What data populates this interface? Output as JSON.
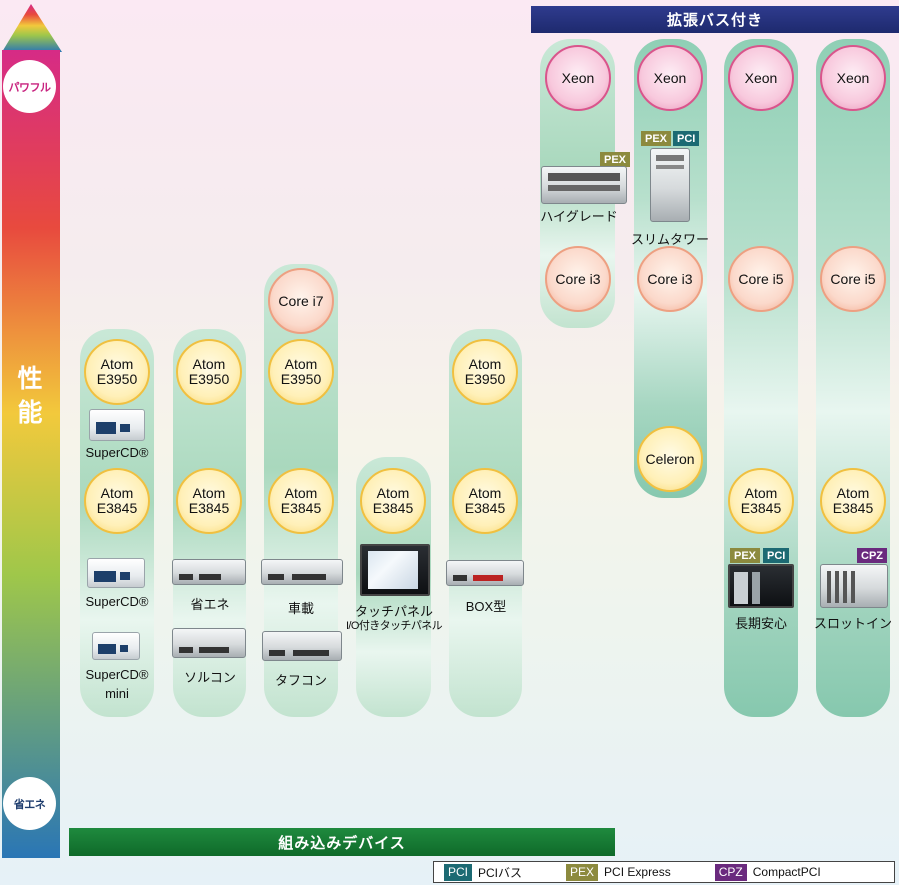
{
  "performance": {
    "top_label": "パワフル",
    "bottom_label": "省エネ",
    "axis_label_1": "性",
    "axis_label_2": "能",
    "gradient": [
      "#d62b86",
      "#e84a3e",
      "#f2c93c",
      "#9fc74a",
      "#2a76b5"
    ]
  },
  "sections": {
    "expansion": "拡張バス付き",
    "embedded": "組み込みデバイス"
  },
  "chips": {
    "atom": "Atom",
    "e3950": "E3950",
    "e3845": "E3845",
    "core_i7": "Core i7",
    "core_i5": "Core i5",
    "core_i3": "Core i3",
    "xeon": "Xeon",
    "celeron": "Celeron"
  },
  "products": {
    "supercd": "SuperCD®",
    "supercd_mini_1": "SuperCD®",
    "supercd_mini_2": "mini",
    "shoene": "省エネ",
    "solcon": "ソルコン",
    "shasai": "車載",
    "tafcon": "タフコン",
    "touch_panel": "タッチパネル",
    "io_touch_panel": "I/O付きタッチパネル",
    "box": "BOX型",
    "high_grade": "ハイグレード",
    "slim_tower": "スリムタワー",
    "long_term": "長期安心",
    "slot_in": "スロットイン"
  },
  "badges": {
    "pex": "PEX",
    "pci": "PCI",
    "cpz": "CPZ"
  },
  "legend": {
    "pci_badge": "PCI",
    "pci_text": "PCIバス",
    "pex_badge": "PEX",
    "pex_text": "PCI Express",
    "cpz_badge": "CPZ",
    "cpz_text": "CompactPCI"
  }
}
